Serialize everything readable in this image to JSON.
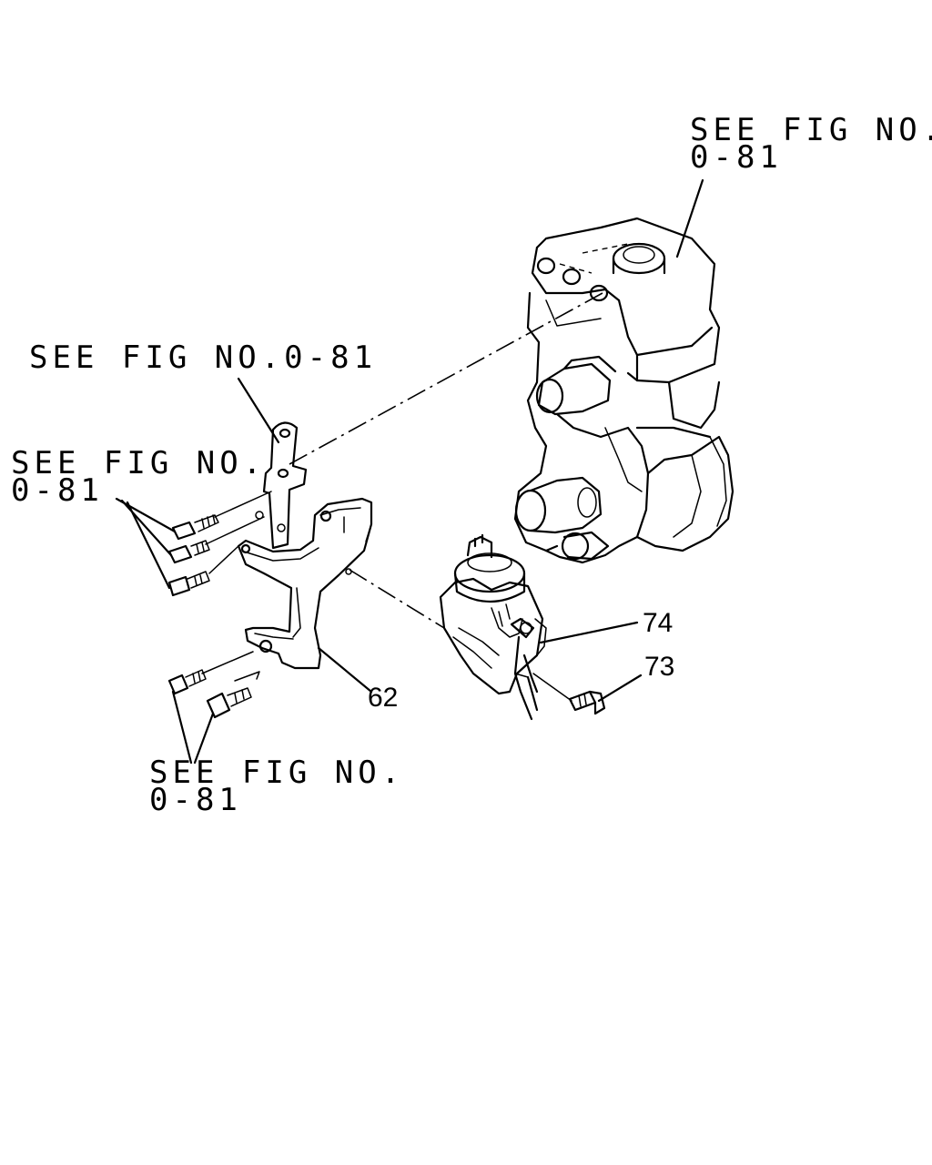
{
  "labels": {
    "ref_top_right": "SEE FIG NO.\n0-81",
    "ref_mid_left": "SEE FIG NO.0-81",
    "ref_left_bolts": "SEE FIG NO.\n0-81",
    "ref_bottom_bolts": "SEE FIG NO.\n0-81"
  },
  "parts": {
    "p62": "62",
    "p73": "73",
    "p74": "74"
  }
}
